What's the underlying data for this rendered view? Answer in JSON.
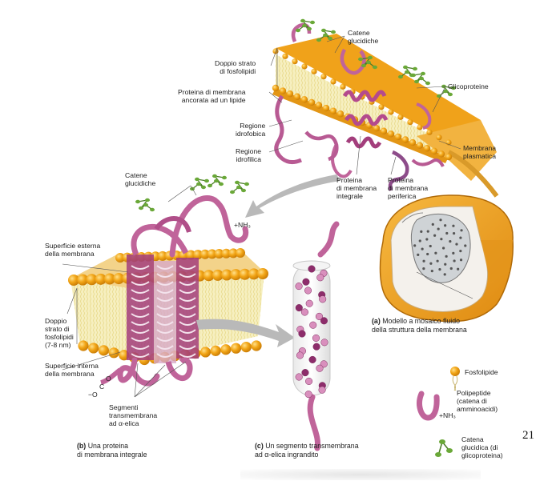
{
  "labels": {
    "catene_top": "Catene\nglucidiche",
    "doppio_strato": "Doppio strato\ndi fosfolipidi",
    "ancorata": "Proteina di membrana\nancorata ad un lipide",
    "idrofobica": "Regione\nidrofobica",
    "idrofilica": "Regione\nidrofilica",
    "integrale": "Proteina\ndi membrana\nintegrale",
    "periferica": "Proteina\ndi membrana\nperiferica",
    "glicoproteine": "Glicoproteine",
    "plasmatica": "Membrana\nplasmatica",
    "catene_b": "Catene\nglucidiche",
    "nh3": "+NH₃",
    "sup_esterna": "Superficie esterna\ndella membrana",
    "doppio_b": "Doppio\nstrato di\nfosfolipidi\n(7-8 nm)",
    "sup_interna": "Superficie interna\ndella membrana",
    "cooh_o": "O",
    "cooh_c": "C",
    "cooh_om": "−O",
    "segmenti": "Segmenti\ntransmembrana\nad α-elica"
  },
  "captions": {
    "a_letter": "(a)",
    "a_text": "Modello a mosaico fluido\ndella struttura della membrana",
    "b_letter": "(b)",
    "b_text": "Una proteina\ndi membrana integrale",
    "c_letter": "(c)",
    "c_text": "Un segmento transmembrana\nad α-elica ingrandito"
  },
  "legend": {
    "fosfolipide": "Fosfolipide",
    "polipeptide": "Polipeptide\n(catena di\namminoacidi)",
    "nh3": "+NH₃",
    "glucidica": "Catena\nglucidica (di\nglicoproteina)"
  },
  "page_number": "21",
  "colors": {
    "lipid_head": "#f2a516",
    "lipid_tail": "#f6efbf",
    "protein": "#c0649a",
    "protein_dark": "#8d2d6b",
    "sugar": "#6aa838",
    "cell": "#f3a62a",
    "arrow": "#b9b9b9"
  }
}
